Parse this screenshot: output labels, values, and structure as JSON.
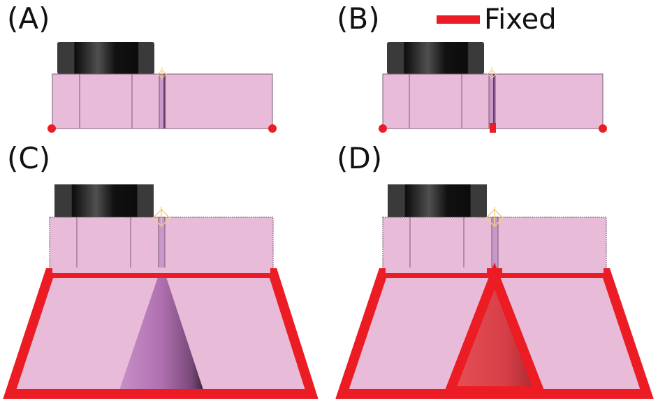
{
  "panels": [
    {
      "id": "A",
      "label": "(A)"
    },
    {
      "id": "B",
      "label": "(B)"
    },
    {
      "id": "C",
      "label": "(C)"
    },
    {
      "id": "D",
      "label": "(D)"
    }
  ],
  "legend": {
    "label": "Fixed",
    "color": "#ec1c24"
  },
  "colors": {
    "body_pink": "#e8bcd8",
    "edge": "#7a5a78",
    "fixed_red": "#ec1c24",
    "knob_dark": "#111111",
    "cone_purple": "#b878b8",
    "cone_red": "#e04048"
  }
}
